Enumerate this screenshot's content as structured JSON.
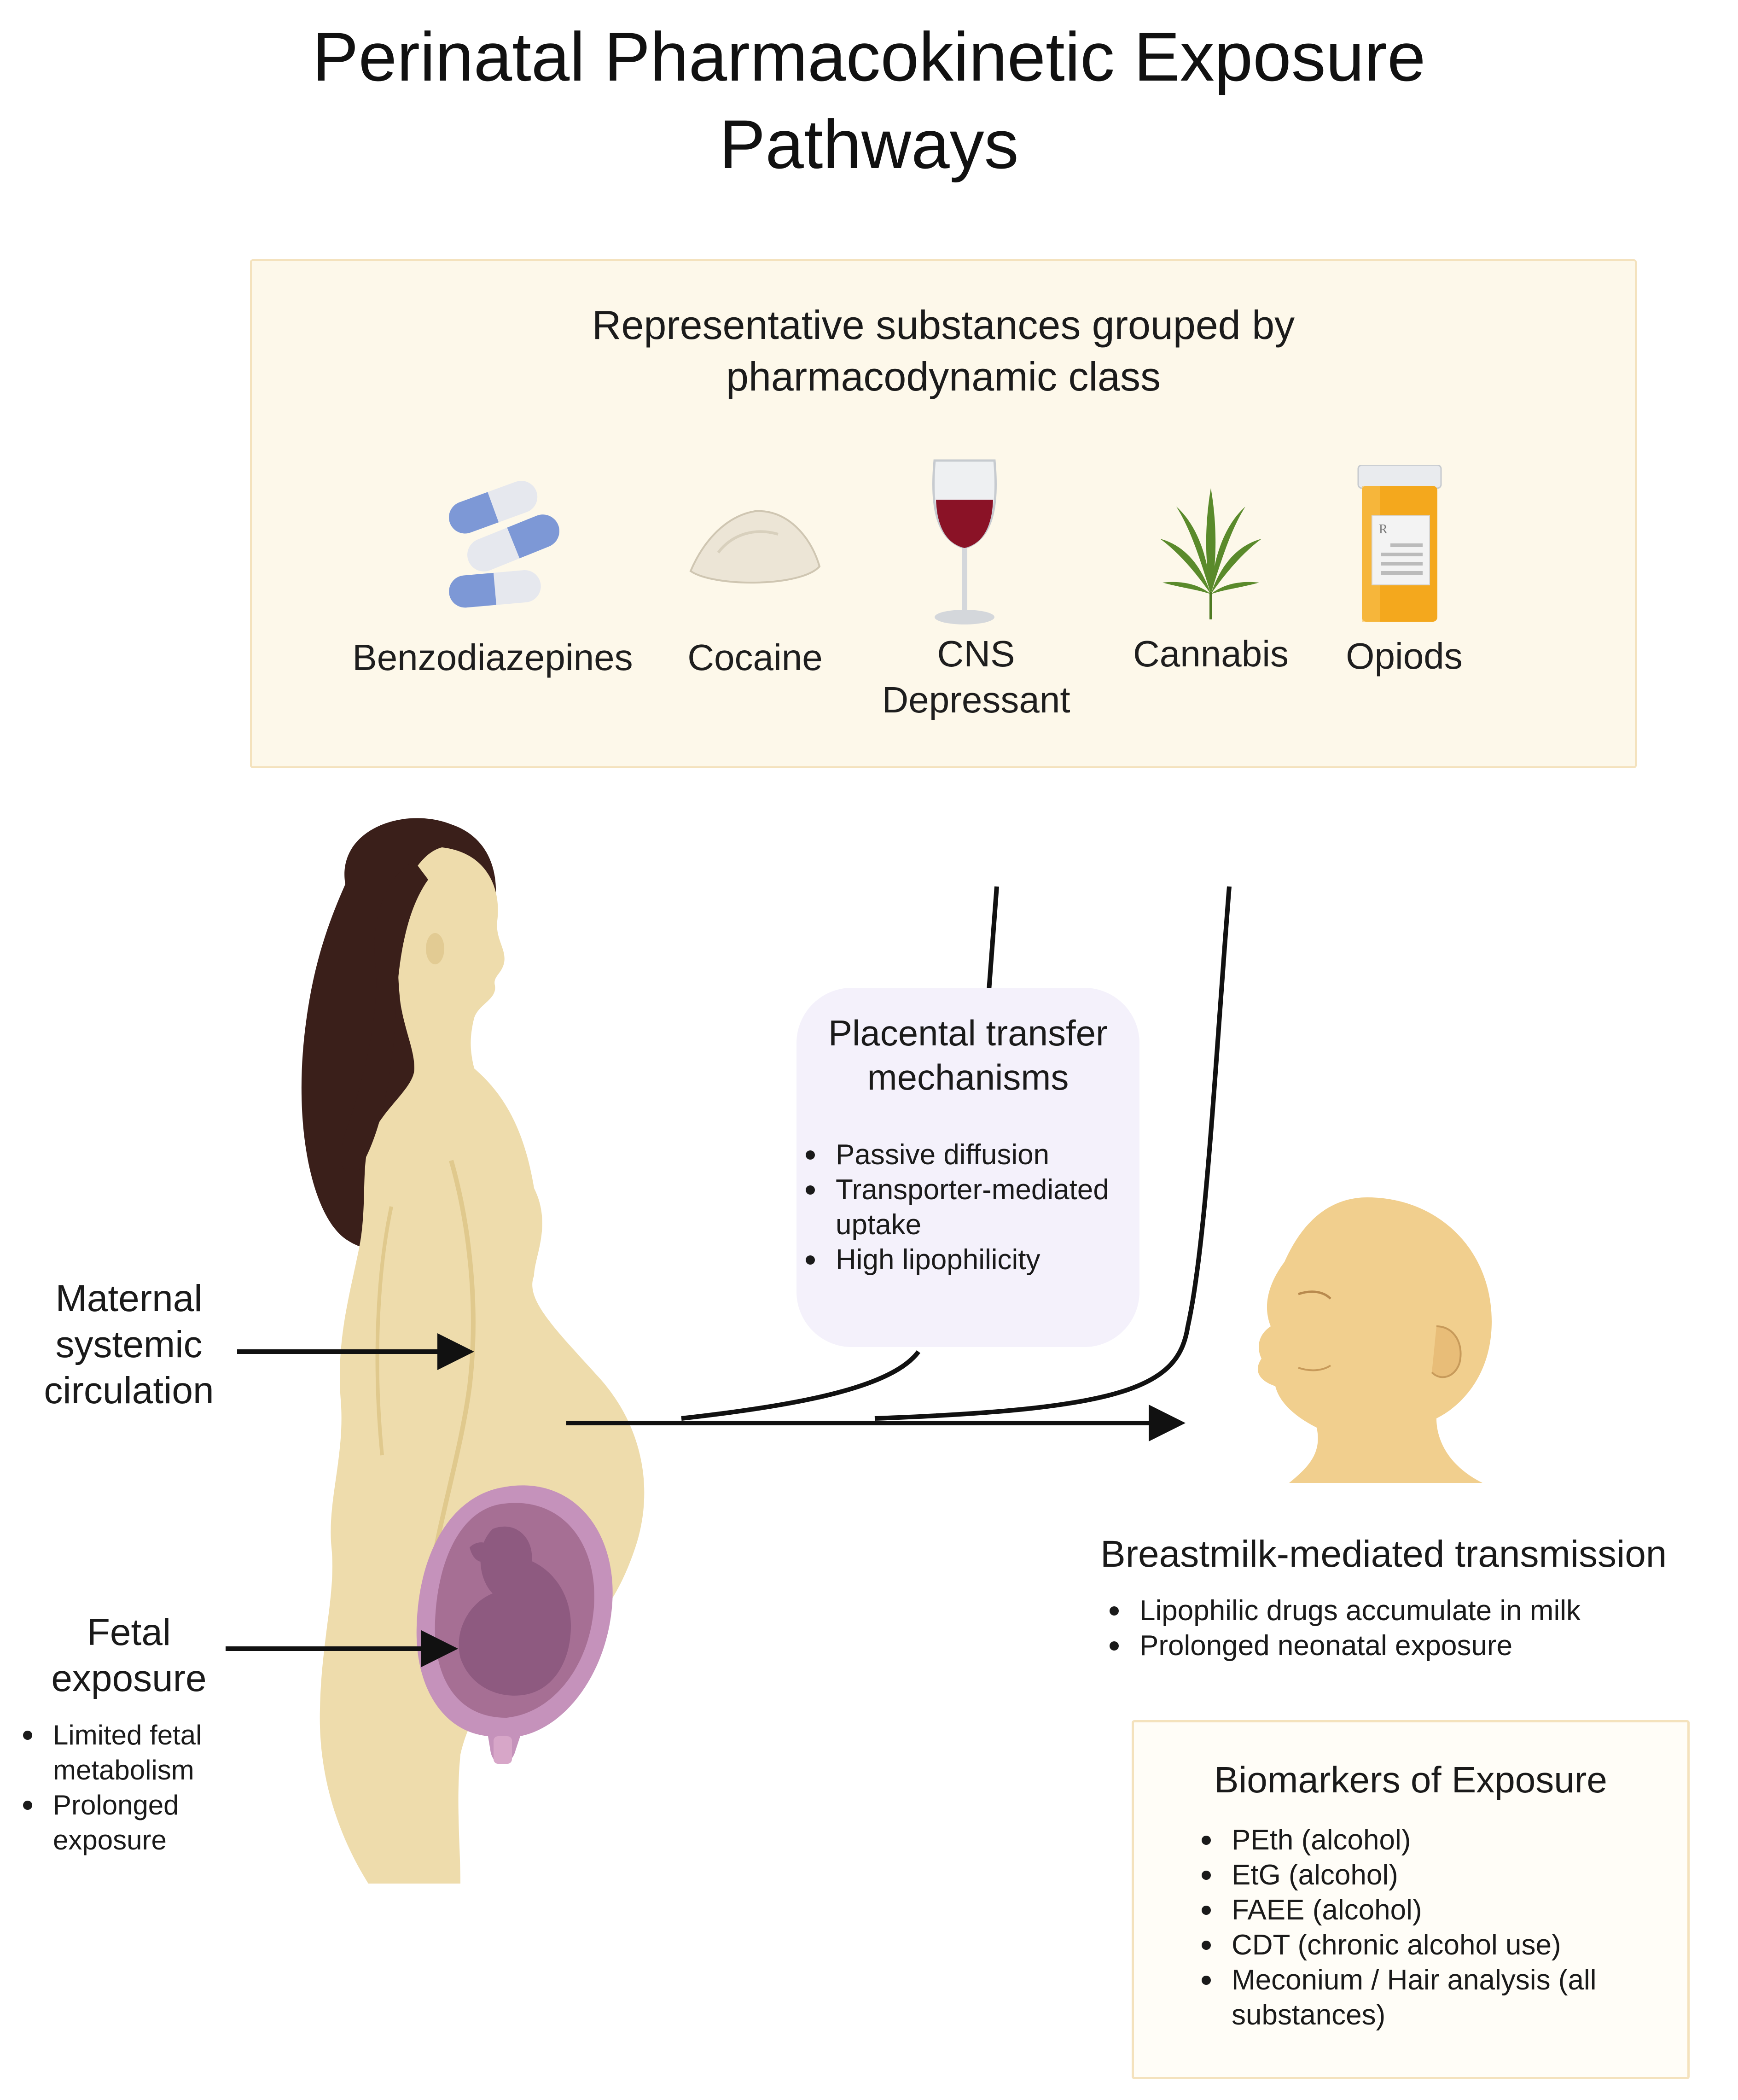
{
  "title": {
    "line1": "Perinatal Pharmacokinetic Exposure",
    "line2": "Pathways"
  },
  "substances": {
    "heading_line1": "Representative substances grouped by",
    "heading_line2": "pharmacodynamic class",
    "items": [
      {
        "label_line1": "Benzodiazepines",
        "icon": "capsules-icon"
      },
      {
        "label_line1": "Cocaine",
        "icon": "powder-pile-icon"
      },
      {
        "label_line1": "CNS",
        "label_line2": "Depressant",
        "icon": "wine-glass-icon"
      },
      {
        "label_line1": "Cannabis",
        "icon": "cannabis-leaf-icon"
      },
      {
        "label_line1": "Opiods",
        "icon": "pill-bottle-icon"
      }
    ]
  },
  "placental": {
    "title_line1": "Placental transfer",
    "title_line2": "mechanisms",
    "bullets": [
      "Passive diffusion",
      "Transporter-mediated uptake",
      "High lipophilicity"
    ]
  },
  "maternal": {
    "line1": "Maternal",
    "line2": "systemic",
    "line3": "circulation"
  },
  "fetal": {
    "line1": "Fetal",
    "line2": "exposure",
    "bullets": [
      "Limited fetal metabolism",
      "Prolonged exposure"
    ]
  },
  "breastmilk": {
    "title": "Breastmilk-mediated transmission",
    "bullets": [
      "Lipophilic drugs accumulate in milk",
      "Prolonged neonatal exposure"
    ]
  },
  "biomarkers": {
    "title": "Biomarkers of Exposure",
    "bullets": [
      "PEth (alcohol)",
      "EtG (alcohol)",
      "FAEE (alcohol)",
      "CDT (chronic alcohol use)",
      "Meconium / Hair analysis (all substances)"
    ]
  },
  "colors": {
    "skin": "#eedcac",
    "hair": "#3a1f1a",
    "uterus_outer": "#c592bb",
    "uterus_inner": "#a66f94",
    "box_fill": "#fdf8ea",
    "box_border": "#f4e2bd",
    "callout_fill": "#f4f1fb",
    "baby_skin": "#f1cf8e"
  }
}
